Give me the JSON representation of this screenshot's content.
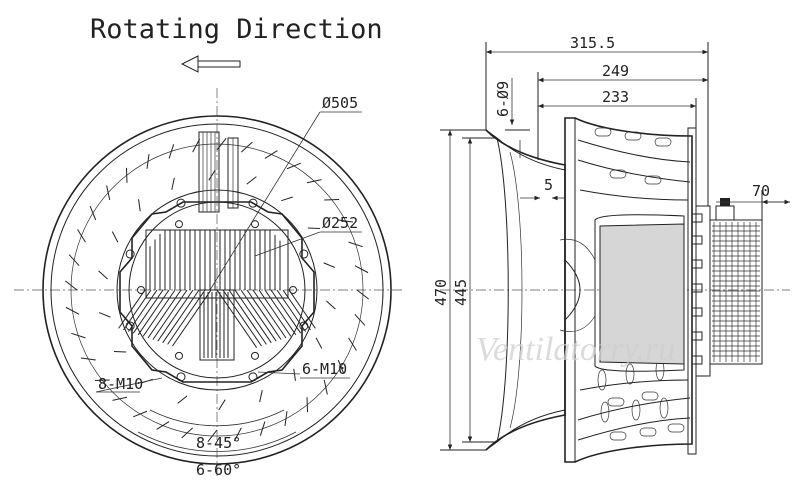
{
  "title": "Rotating Direction",
  "watermark": "Ventilatorry.ru",
  "front_view": {
    "outer_diameter_label": "Ø505",
    "inner_diameter_label": "Ø252",
    "hole_pattern_left": "8-M10",
    "hole_pattern_right": "6-M10",
    "angle_label_1": "8-45°",
    "angle_label_2": "6-60°"
  },
  "side_view": {
    "overall_length": "315.5",
    "length_249": "249",
    "length_233": "233",
    "holes_label": "6-Ø9",
    "gap_label": "5",
    "motor_label": "70",
    "height_470": "470",
    "height_445": "445"
  }
}
